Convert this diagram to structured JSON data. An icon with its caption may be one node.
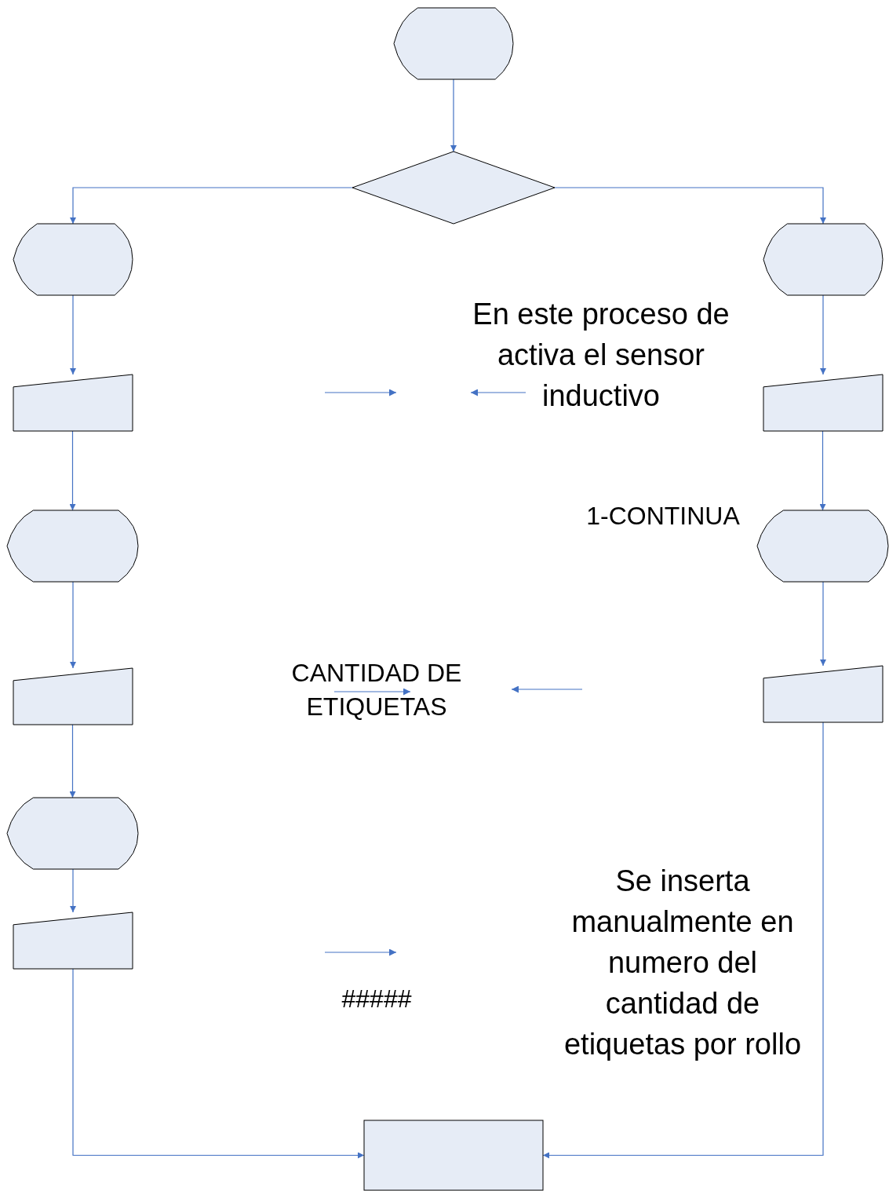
{
  "diagram": {
    "nodes": [
      {
        "text": [],
        "shape": "display"
      },
      {
        "text": [],
        "shape": "diamond"
      },
      {
        "text": [],
        "shape": "display"
      },
      {
        "text": [],
        "shape": "trapezoid"
      },
      {
        "text": [],
        "shape": "display"
      },
      {
        "text": [],
        "shape": "trapezoid"
      },
      {
        "text": [],
        "shape": "display"
      },
      {
        "text": [],
        "shape": "trapezoid"
      },
      {
        "text": [],
        "shape": "display"
      },
      {
        "text": [],
        "shape": "trapezoid"
      },
      {
        "text": [],
        "shape": "display"
      },
      {
        "text": [],
        "shape": "trapezoid"
      },
      {
        "text": [],
        "shape": "box"
      }
    ],
    "edges": [
      {
        "from": 0,
        "to": 1,
        "arrow": "to"
      },
      {
        "from": 1,
        "to": 2,
        "arrow": "to"
      },
      {
        "from": 1,
        "to": 8,
        "arrow": "to"
      },
      {
        "from": 2,
        "to": 3,
        "arrow": "to"
      },
      {
        "from": 3,
        "to": 4,
        "arrow": "to"
      },
      {
        "from": 4,
        "to": 5,
        "arrow": "to"
      },
      {
        "from": 5,
        "to": 6,
        "arrow": "to"
      },
      {
        "from": 6,
        "to": 7,
        "arrow": "to"
      },
      {
        "from": 7,
        "to": 12,
        "arrow": "to"
      },
      {
        "from": 8,
        "to": 9,
        "arrow": "to"
      },
      {
        "from": 9,
        "to": 10,
        "arrow": "to"
      },
      {
        "from": 10,
        "to": 11,
        "arrow": "to"
      },
      {
        "from": 11,
        "to": 12,
        "arrow": "to"
      }
    ],
    "labels": [
      "En este proceso de activa el sensor inductivo",
      "1-CONTINUA",
      "CANTIDAD DE ETIQUETAS",
      "#####",
      "Se inserta manualmente en numero del cantidad de etiquetas por rollo"
    ]
  }
}
